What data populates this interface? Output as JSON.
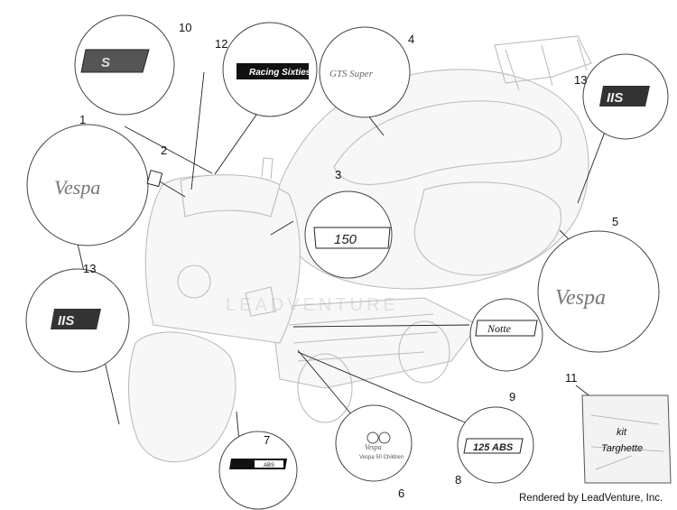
{
  "diagram": {
    "credit": "Rendered by LeadVenture, Inc.",
    "watermark": "LEADVENTURE",
    "callouts": [
      {
        "id": "1",
        "decal_text": "Vespa"
      },
      {
        "id": "2",
        "decal_text": ""
      },
      {
        "id": "3",
        "decal_text": "150"
      },
      {
        "id": "4",
        "decal_text": "GTS Super"
      },
      {
        "id": "5",
        "decal_text": "Vespa"
      },
      {
        "id": "6",
        "decal_text": "Vespa 50 Children"
      },
      {
        "id": "7",
        "decal_text": "ABS"
      },
      {
        "id": "8",
        "decal_text": "125 ABS"
      },
      {
        "id": "9",
        "decal_text": "Notte"
      },
      {
        "id": "10",
        "decal_text": "S"
      },
      {
        "id": "11",
        "decal_text": "kit Targhette"
      },
      {
        "id": "12",
        "decal_text": "Racing Sixties"
      },
      {
        "id": "13",
        "decal_text": "IIS"
      }
    ],
    "kit_line1": "kit",
    "kit_line2": "Targhette"
  }
}
